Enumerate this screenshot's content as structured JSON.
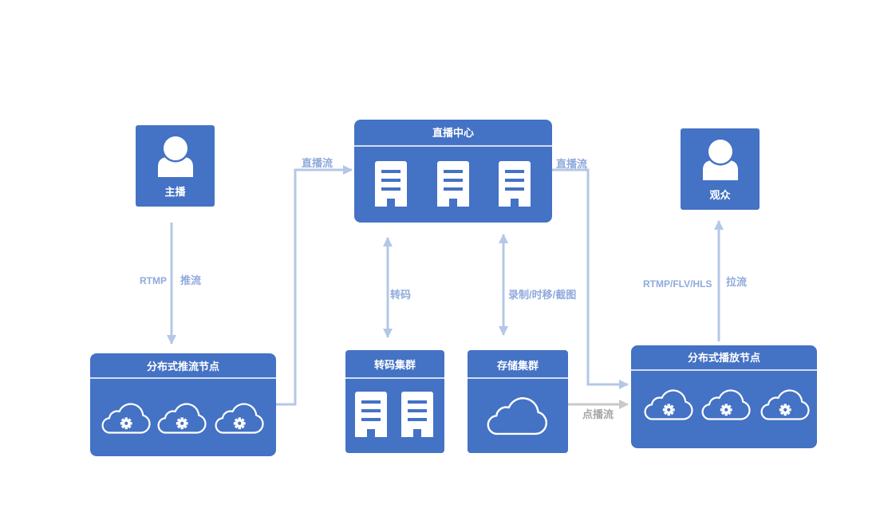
{
  "colors": {
    "box": "#4472c4",
    "divider": "#d3ddf0",
    "arrow": "#b4c7e7",
    "arrow_label": "#8faadc",
    "vod_arrow": "#c9c9c9",
    "vod_label": "#a6a6a6",
    "text_on_box": "#ffffff"
  },
  "nodes": {
    "host": {
      "label": "主播",
      "icon": "person-icon"
    },
    "audience": {
      "label": "观众",
      "icon": "person-icon"
    },
    "live_center": {
      "title": "直播中心",
      "icon": "server-icon"
    },
    "push_nodes": {
      "title": "分布式推流节点",
      "icon": "cloud-gear-icon"
    },
    "transcode_cluster": {
      "title": "转码集群",
      "icon": "server-icon"
    },
    "storage_cluster": {
      "title": "存储集群",
      "icon": "cloud-icon"
    },
    "play_nodes": {
      "title": "分布式播放节点",
      "icon": "cloud-gear-icon"
    }
  },
  "edges": {
    "host_to_push": {
      "protocol": "RTMP",
      "label": "推流"
    },
    "push_to_live": {
      "label": "直播流"
    },
    "live_transcode": {
      "label": "转码"
    },
    "live_storage": {
      "label": "录制/时移/截图"
    },
    "live_to_play": {
      "label": "直播流"
    },
    "storage_to_play": {
      "label": "点播流"
    },
    "play_to_audience": {
      "protocols": "RTMP/FLV/HLS",
      "label": "拉流"
    }
  }
}
